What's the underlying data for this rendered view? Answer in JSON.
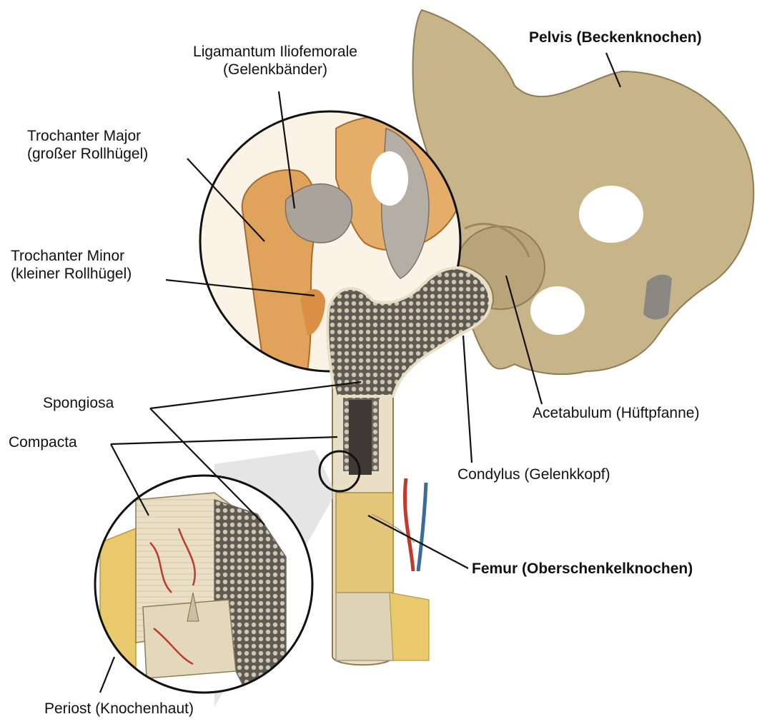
{
  "labels": {
    "ligament_line1": "Ligamantum Iliofemorale",
    "ligament_line2": "(Gelenkbänder)",
    "pelvis": "Pelvis (Beckenknochen)",
    "trochanter_major_line1": "Trochanter Major",
    "trochanter_major_line2": "(großer Rollhügel)",
    "trochanter_minor_line1": "Trochanter Minor",
    "trochanter_minor_line2": "(kleiner Rollhügel)",
    "acetabulum": "Acetabulum (Hüftpfanne)",
    "spongiosa": "Spongiosa",
    "compacta": "Compacta",
    "condylus": "Condylus (Gelenkkopf)",
    "femur": "Femur (Oberschenkelknochen)",
    "periost": "Periost (Knochenhaut)"
  },
  "colors": {
    "bone_tan": "#c8b489",
    "bone_dark": "#8f7b55",
    "spongy_gray": "#6e6a60",
    "femur_yellow": "#e4c67a",
    "femur_shaft_light": "#ddd3b8",
    "ligament_gray": "#a9a39a",
    "joint_orange": "#e0a35c",
    "artery_red": "#c0392b",
    "vein_blue": "#3a6e9a",
    "periost_yellow": "#e9c96b",
    "callout_gray": "#d4d4d4"
  }
}
